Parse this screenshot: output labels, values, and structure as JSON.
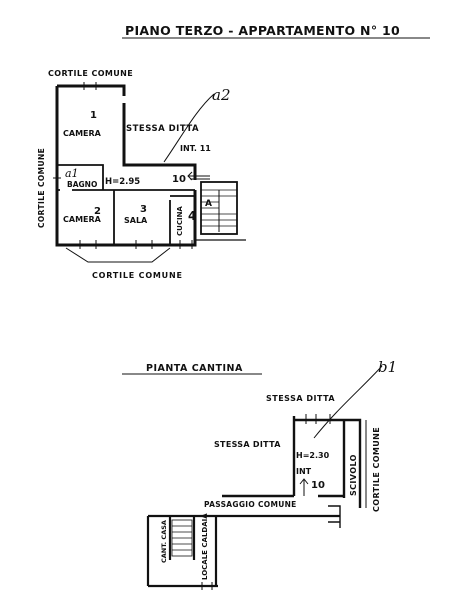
{
  "title": "PIANO TERZO - APPARTAMENTO  N° 10",
  "upper_plan": {
    "top_label": "CORTILE COMUNE",
    "left_label": "CORTILE COMUNE",
    "bottom_label": "CORTILE COMUNE",
    "annotation": "a2",
    "rooms": [
      {
        "number": "1",
        "name": "CAMERA"
      },
      {
        "number": "2",
        "name": "CAMERA"
      },
      {
        "number": "3",
        "name": "SALA"
      },
      {
        "number": "4",
        "name": "CUCINA"
      },
      {
        "number": "a1",
        "name": "BAGNO"
      }
    ],
    "height": "H=2.95",
    "neighbor": "STESSA DITTA",
    "neighbor_number": "INT. 11",
    "entrance_number": "10",
    "stair_letter": "A"
  },
  "cellar_plan": {
    "title": "PIANTA CANTINA",
    "annotation": "b1",
    "top_label": "STESSA DITTA",
    "left_label": "STESSA DITTA",
    "height": "H=2.30",
    "unit_label": "INT",
    "unit_number": "10",
    "ramp": "SCIVOLO",
    "right_label": "CORTILE COMUNE",
    "corridor": "PASSAGGIO COMUNE",
    "boiler": "LOCALE CALDAIA",
    "caretaker": "CANT. CASA"
  }
}
